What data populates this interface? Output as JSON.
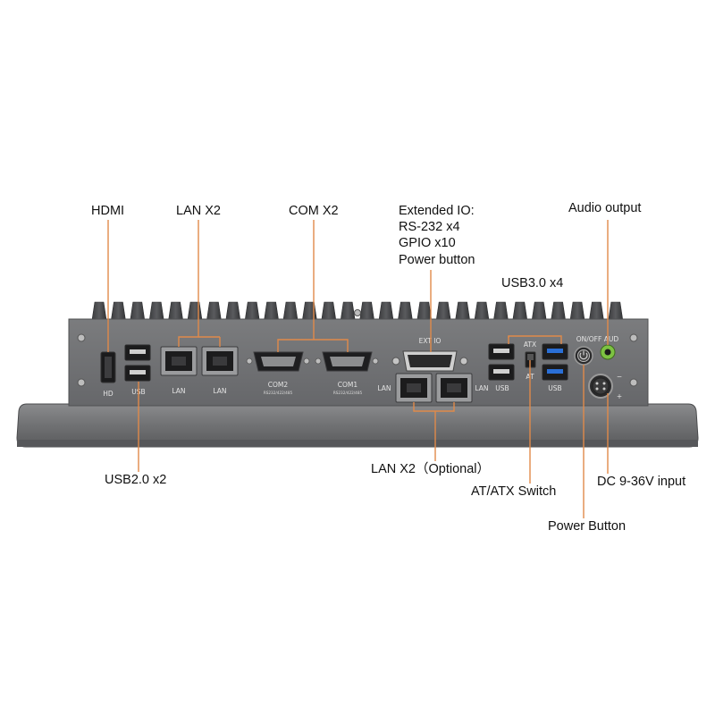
{
  "callouts": {
    "hdmi": "HDMI",
    "lan_x2": "LAN X2",
    "com_x2": "COM X2",
    "extended_io": [
      "Extended IO:",
      "RS-232 x4",
      "GPIO x10",
      "Power button"
    ],
    "audio_output": "Audio output",
    "usb30_x4": "USB3.0 x4",
    "usb20_x2": "USB2.0 x2",
    "lan_x2_optional": "LAN X2（Optional）",
    "at_atx_switch": "AT/ATX Switch",
    "dc_input": "DC 9-36V input",
    "power_button": "Power Button"
  },
  "device_labels": {
    "hd": "HD",
    "usb_left": "USB",
    "lan_1": "LAN",
    "lan_2": "LAN",
    "com2": "COM2",
    "com2_sub": "RS232/422/485",
    "com1": "COM1",
    "com1_sub": "RS232/422/485",
    "ext_io": "EXT IO",
    "lan_opt_left": "LAN",
    "lan_opt_right": "LAN",
    "usb_right_1": "USB",
    "usb_right_2": "USB",
    "atx": "ATX",
    "at": "AT",
    "on_off": "ON/OFF",
    "aud": "AUD",
    "minus": "−",
    "plus": "+"
  },
  "colors": {
    "leader_line": "#e08a4a",
    "chassis": "#6f7072",
    "usb3_port": "#2a6fd6",
    "audio_jack": "#7dc242"
  }
}
